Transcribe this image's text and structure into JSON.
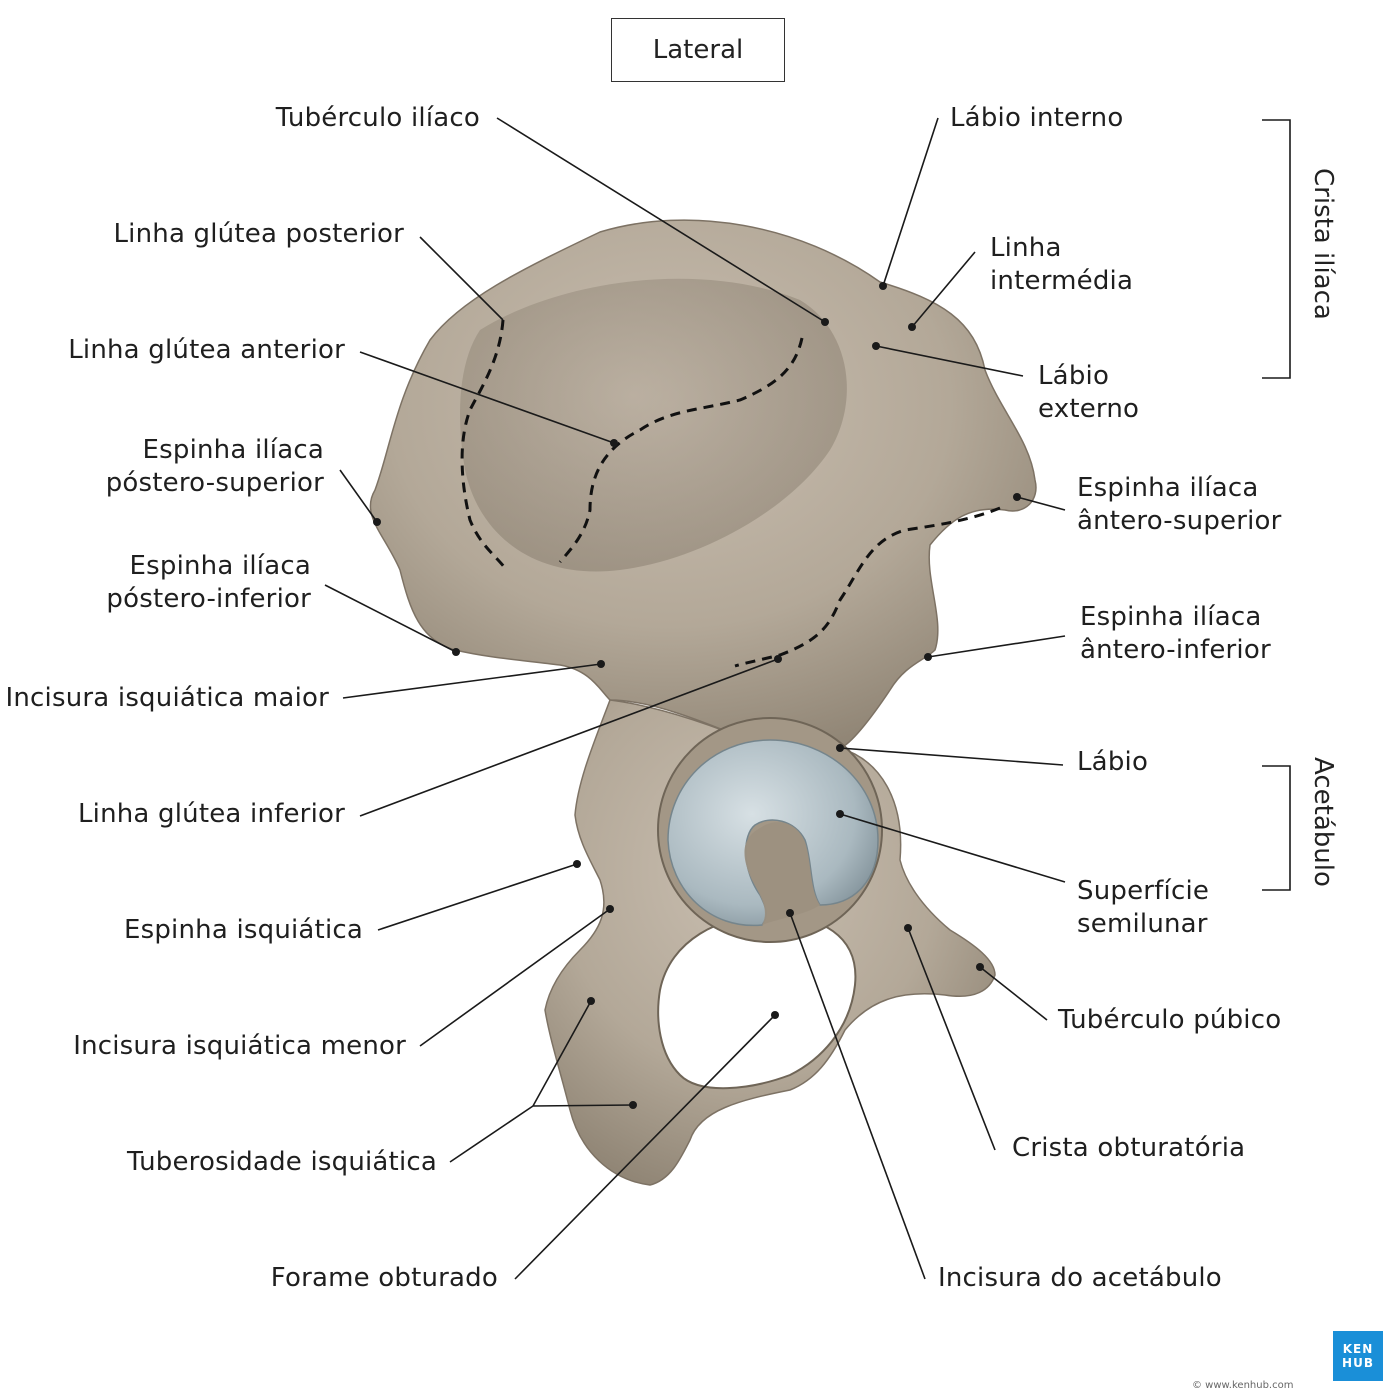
{
  "view": "Lateral",
  "labels": {
    "tuberculo_iliaco": "Tubérculo ilíaco",
    "linha_glutea_posterior": "Linha glútea posterior",
    "linha_glutea_anterior": "Linha glútea anterior",
    "espinha_pst_sup_1": "Espinha ilíaca",
    "espinha_pst_sup_2": "póstero-superior",
    "espinha_pst_inf_1": "Espinha ilíaca",
    "espinha_pst_inf_2": "póstero-inferior",
    "incisura_isq_maior": "Incisura isquiática maior",
    "linha_glutea_inferior": "Linha glútea inferior",
    "espinha_isquiatica": "Espinha isquiática",
    "incisura_isq_menor": "Incisura isquiática menor",
    "tuberosidade_isq": "Tuberosidade isquiática",
    "forame_obturado": "Forame obturado",
    "labio_interno": "Lábio interno",
    "linha_intermedia_1": "Linha",
    "linha_intermedia_2": "intermédia",
    "labio_externo_1": "Lábio",
    "labio_externo_2": "externo",
    "espinha_ant_sup_1": "Espinha ilíaca",
    "espinha_ant_sup_2": "ântero-superior",
    "espinha_ant_inf_1": "Espinha ilíaca",
    "espinha_ant_inf_2": "ântero-inferior",
    "labio": "Lábio",
    "superficie_1": "Superfície",
    "superficie_2": "semilunar",
    "tuberculo_pubico": "Tubérculo púbico",
    "crista_obturatoria": "Crista obturatória",
    "incisura_acetabulo": "Incisura do acetábulo"
  },
  "groups": {
    "crista_iliaca": "Crista ilíaca",
    "acetabulo": "Acetábulo"
  },
  "logo": {
    "line1": "KEN",
    "line2": "HUB"
  },
  "credit": "© www.kenhub.com",
  "colors": {
    "bone": "#b6aa9b",
    "bone_dark": "#8e8373",
    "cartilage": "#b9c6cc",
    "leader": "#1a1a1a"
  }
}
